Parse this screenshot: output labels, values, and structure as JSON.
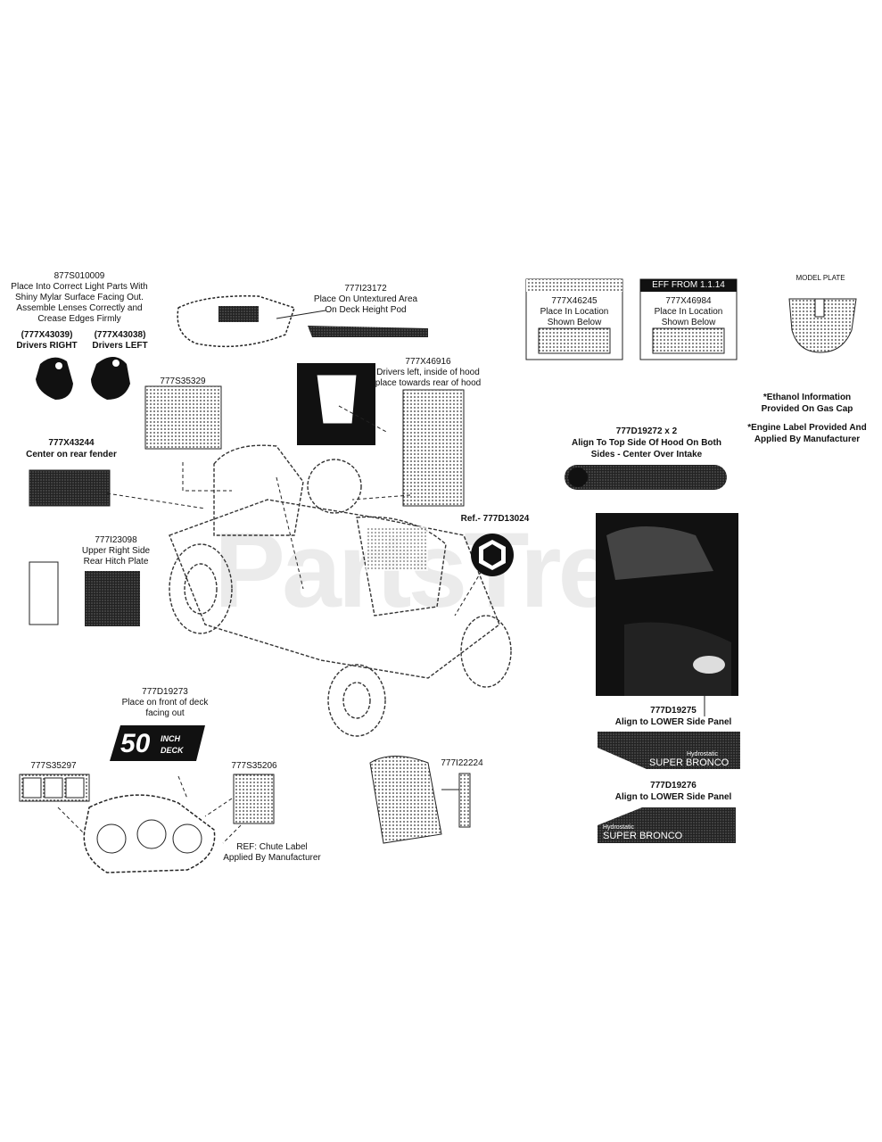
{
  "watermark": "PartsTree",
  "labels": {
    "l877": "877S010009",
    "l877_desc1": "Place Into Correct Light Parts With",
    "l877_desc2": "Shiny Mylar Surface Facing Out.",
    "l877_desc3": "Assemble Lenses Correctly and",
    "l877_desc4": "Crease Edges Firmly",
    "right_pn": "(777X43039)",
    "right_txt": "Drivers RIGHT",
    "left_pn": "(777X43038)",
    "left_txt": "Drivers LEFT",
    "i23172": "777I23172",
    "i23172_d1": "Place On Untextured Area",
    "i23172_d2": "On Deck Height Pod",
    "s35329": "777S35329",
    "x46916": "777X46916",
    "x46916_d1": "Drivers left, inside of hood",
    "x46916_d2": "place towards rear of hood",
    "x43244": "777X43244",
    "x43244_d": "Center on rear fender",
    "i23098": "777I23098",
    "i23098_d1": "Upper Right Side",
    "i23098_d2": "Rear Hitch Plate",
    "ref_d13024": "Ref.- 777D13024",
    "d19273": "777D19273",
    "d19273_d1": "Place on front of deck",
    "d19273_d2": "facing out",
    "s35297": "777S35297",
    "s35206": "777S35206",
    "i22224": "777I22224",
    "chute_ref1": "REF: Chute Label",
    "chute_ref2": "Applied By Manufacturer",
    "x46245": "777X46245",
    "x46245_d1": "Place In Location",
    "x46245_d2": "Shown Below",
    "eff_hdr": "EFF FROM 1.1.14",
    "x46984": "777X46984",
    "x46984_d1": "Place In Location",
    "x46984_d2": "Shown Below",
    "model_plate": "MODEL PLATE",
    "ethanol1": "*Ethanol Information",
    "ethanol2": "Provided On Gas Cap",
    "engine1": "*Engine Label Provided And",
    "engine2": "Applied By Manufacturer",
    "d19272": "777D19272 x 2",
    "d19272_d1": "Align To Top Side Of Hood On Both",
    "d19272_d2": "Sides - Center Over Intake",
    "d19275": "777D19275",
    "d19275_d": "Align to LOWER Side Panel",
    "d19276": "777D19276",
    "d19276_d": "Align to LOWER Side Panel",
    "deck_num": "50",
    "deck_txt1": "INCH",
    "deck_txt2": "DECK",
    "hydro1": "Hydrostatic",
    "super1": "SUPER BRONCO",
    "hydro2": "Hydrostatic",
    "super2": "SUPER BRONCO"
  }
}
